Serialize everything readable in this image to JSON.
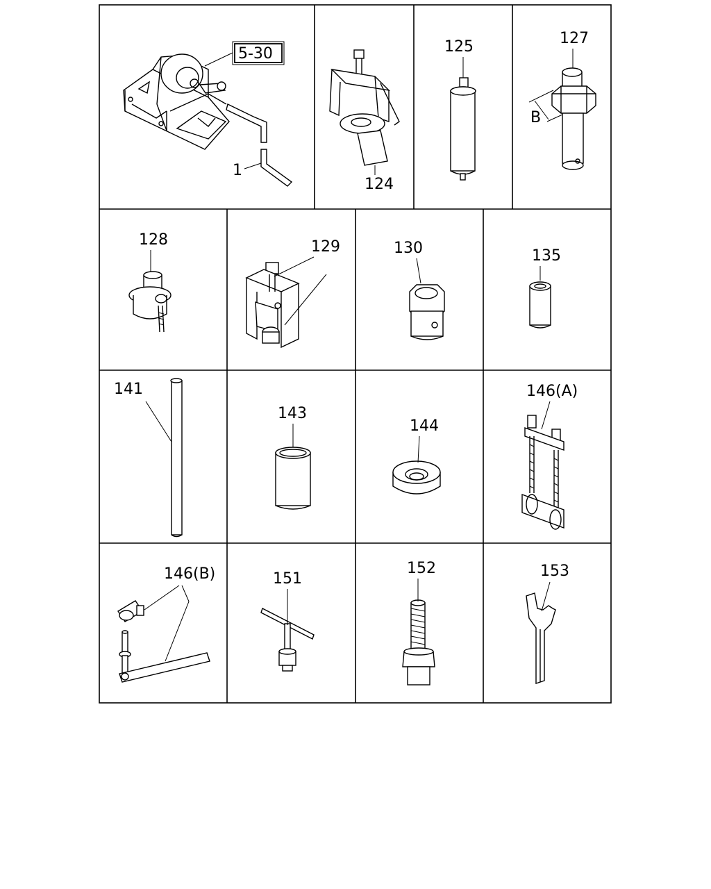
{
  "figure": {
    "reference_box": "5-30",
    "dimension_label": "B",
    "parts": [
      {
        "id": "wrench",
        "label": "1"
      },
      {
        "id": "puller",
        "label": "124"
      },
      {
        "id": "cylinder-125",
        "label": "125"
      },
      {
        "id": "socket-127",
        "label": "127"
      },
      {
        "id": "tool-128",
        "label": "128"
      },
      {
        "id": "puller-129",
        "label": "129"
      },
      {
        "id": "socket-130",
        "label": "130"
      },
      {
        "id": "sleeve-135",
        "label": "135"
      },
      {
        "id": "rod-141",
        "label": "141"
      },
      {
        "id": "sleeve-143",
        "label": "143"
      },
      {
        "id": "ring-144",
        "label": "144"
      },
      {
        "id": "bolts-146a",
        "label": "146(A)"
      },
      {
        "id": "handle-146b",
        "label": "146(B)"
      },
      {
        "id": "tbar-151",
        "label": "151"
      },
      {
        "id": "screw-152",
        "label": "152"
      },
      {
        "id": "wrench-153",
        "label": "153"
      }
    ]
  }
}
